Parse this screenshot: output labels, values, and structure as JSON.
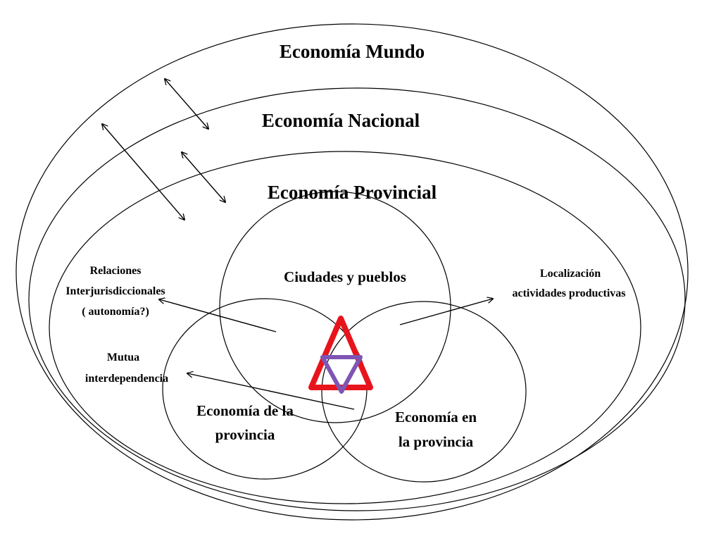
{
  "labels": {
    "world": "Economía Mundo",
    "national": "Economía Nacional",
    "provincial": "Economía Provincial",
    "cities": "Ciudades y pueblos",
    "relations_1": "Relaciones",
    "relations_2": "Interjurisdiccionales",
    "relations_3": "( autonomía?)",
    "location_1": "Localización",
    "location_2": "actividades productivas",
    "mutual_1": "Mutua",
    "mutual_2": "interdependencia",
    "economy_of_1": "Economía de la",
    "economy_of_2": "provincia",
    "economy_in_1": "Economía en",
    "economy_in_2": "la provincia"
  },
  "colors": {
    "outline": "#000000",
    "triangle_up": "#e8141c",
    "triangle_down": "#7d55b5"
  }
}
